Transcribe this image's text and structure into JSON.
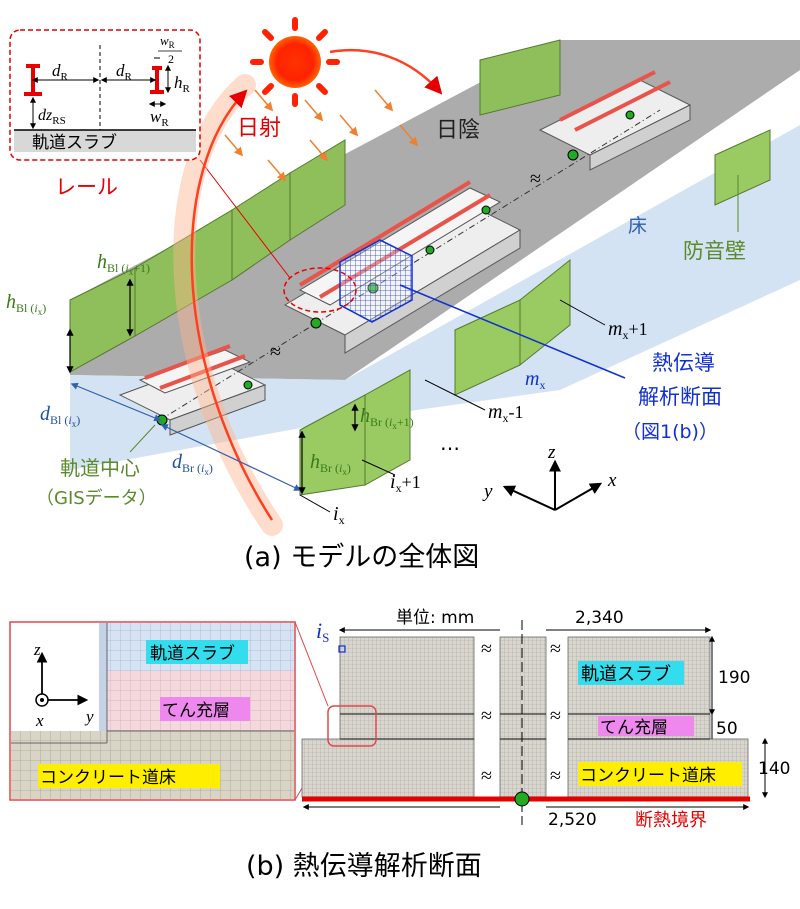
{
  "part_a": {
    "caption": "(a) モデルの全体図",
    "inset": {
      "d_R": "d",
      "d_R_sub": "R",
      "w_R_half_num": "w",
      "w_R_half_num_sub": "R",
      "w_R_half_den": "2",
      "h_R": "h",
      "h_R_sub": "R",
      "w_R": "w",
      "w_R_sub": "R",
      "dz_RS": "dz",
      "dz_RS_sub": "RS",
      "slab_label": "軌道スラブ",
      "rail_label": "レール"
    },
    "sun_label": "日射",
    "shade_label": "日陰",
    "floor_label": "床",
    "barrier_label": "防音壁",
    "section_label_line1": "熱伝導",
    "section_label_line2": "解析断面",
    "section_label_line3": "（図1(b)）",
    "center_label_line1": "軌道中心",
    "center_label_line2": "（GISデータ）",
    "h_Bl_ix1": {
      "main": "h",
      "sub": "Bl (",
      "idx": "i",
      "idxsub": "x",
      "tail": "+1)"
    },
    "h_Bl_ix": {
      "main": "h",
      "sub": "Bl (",
      "idx": "i",
      "idxsub": "x",
      "tail": ")"
    },
    "d_Bl_ix": {
      "main": "d",
      "sub": "Bl (",
      "idx": "i",
      "idxsub": "x",
      "tail": ")"
    },
    "d_Br_ix": {
      "main": "d",
      "sub": "Br (",
      "idx": "i",
      "idxsub": "x",
      "tail": ")"
    },
    "h_Br_ix1": {
      "main": "h",
      "sub": "Br (",
      "idx": "i",
      "idxsub": "x",
      "tail": "+1)"
    },
    "h_Br_ix": {
      "main": "h",
      "sub": "Br (",
      "idx": "i",
      "idxsub": "x",
      "tail": ")"
    },
    "m_x1": {
      "main": "m",
      "sub": "x",
      "tail": "+1"
    },
    "m_x": {
      "main": "m",
      "sub": "x",
      "tail": ""
    },
    "m_xm1": {
      "main": "m",
      "sub": "x",
      "tail": "-1"
    },
    "i_x1": {
      "main": "i",
      "sub": "x",
      "tail": "+1"
    },
    "i_x": {
      "main": "i",
      "sub": "x",
      "tail": ""
    },
    "ellipsis": "⋯",
    "wave": "≈",
    "axis_z": "z",
    "axis_x": "x",
    "axis_y": "y"
  },
  "part_b": {
    "caption": "(b) 熱伝導解析断面",
    "unit_label": "単位: mm",
    "width_top": "2,340",
    "width_bottom": "2,520",
    "dim_190": "190",
    "dim_50": "50",
    "dim_140": "140",
    "slab_label": "軌道スラブ",
    "fill_label": "てん充層",
    "concrete_label": "コンクリート道床",
    "boundary_label": "断熱境界",
    "is_label": {
      "main": "i",
      "sub": "S"
    },
    "wave": "≈",
    "zoom": {
      "slab_label": "軌道スラブ",
      "fill_label": "てん充層",
      "concrete_label": "コンクリート道床",
      "axis_z": "z",
      "axis_x": "x",
      "axis_y": "y"
    }
  },
  "colors": {
    "rail_red": "#e8534a",
    "label_red": "#e60000",
    "green_label": "#5a8a2a",
    "blue_label": "#1030d0",
    "navy_label": "#2050a0",
    "barrier_fill": "#8fbf5a",
    "highlight_cyan": "#33ddee",
    "highlight_pink": "#ee88ee",
    "highlight_yellow": "#ffee00"
  }
}
